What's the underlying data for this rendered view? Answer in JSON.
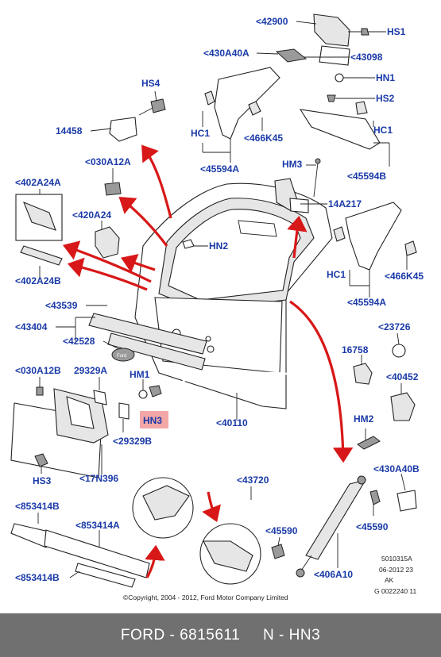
{
  "labels": {
    "p42900": "<42900",
    "hs1": "HS1",
    "p430A40A": "<430A40A",
    "p43098": "<43098",
    "hn1": "HN1",
    "hs4": "HS4",
    "hs2": "HS2",
    "p14458": "14458",
    "hc1_a": "HC1",
    "p466K45_a": "<466K45",
    "hc1_b": "HC1",
    "p45594A_a": "<45594A",
    "p45594B": "<45594B",
    "p030A12A": "<030A12A",
    "hm3": "HM3",
    "p402A24A": "<402A24A",
    "p14A217": "14A217",
    "p420A24": "<420A24",
    "hn2": "HN2",
    "hc1_c": "HC1",
    "p466K45_b": "<466K45",
    "p402A24B": "<402A24B",
    "p45594A_b": "<45594A",
    "p43539": "<43539",
    "p43404": "<43404",
    "p23726": "<23726",
    "p42528": "<42528",
    "p16758": "16758",
    "p030A12B": "<030A12B",
    "p29329A": "29329A",
    "hm1": "HM1",
    "p40452": "<40452",
    "hn3": "HN3",
    "p40110": "<40110",
    "p29329B": "<29329B",
    "hm2": "HM2",
    "hs3": "HS3",
    "p17N396": "<17N396",
    "p43720": "<43720",
    "p430A40B": "<430A40B",
    "p853414B": "<853414B",
    "p853414A": "<853414A",
    "p45590_a": "<45590",
    "p45590_b": "<45590",
    "p853414B_2": "<853414B",
    "p406A10": "<406A10"
  },
  "reference": {
    "line1": "5010315A",
    "line2": "06-2012 23",
    "line3": "AK",
    "line4": "G 0022240 11"
  },
  "copyright": "©Copyright, 2004 - 2012, Ford Motor Company Limited",
  "footer": "FORD - 6815611     N - HN3",
  "highlight_part": "HN3",
  "colors": {
    "label": "#1a3aa8",
    "arrow": "#d81818",
    "highlight": "#f4a7a7",
    "footer_bg": "#707070"
  }
}
